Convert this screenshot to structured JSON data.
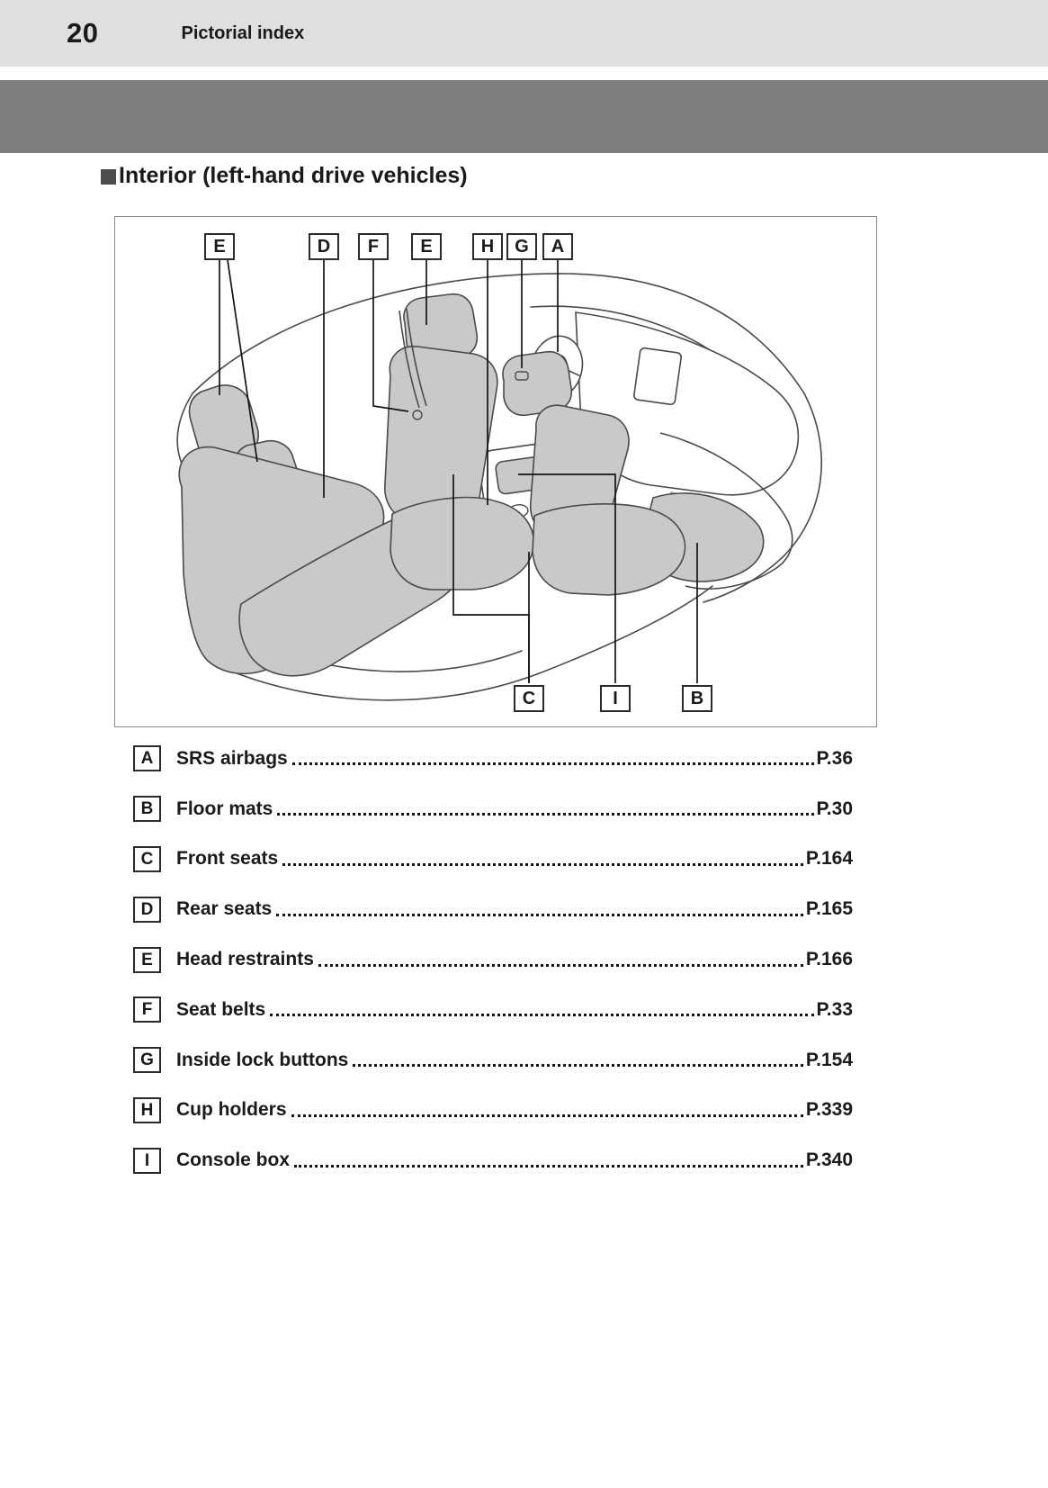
{
  "page": {
    "number": "20",
    "header_title": "Pictorial index",
    "section_title": "Interior (left-hand drive vehicles)"
  },
  "diagram": {
    "callouts_top": [
      "E",
      "D",
      "F",
      "E",
      "H",
      "G",
      "A"
    ],
    "callouts_bottom": [
      "C",
      "I",
      "B"
    ]
  },
  "index": {
    "items": [
      {
        "key": "A",
        "label": "SRS airbags",
        "page": "P.36"
      },
      {
        "key": "B",
        "label": "Floor mats",
        "page": "P.30"
      },
      {
        "key": "C",
        "label": "Front seats",
        "page": "P.164"
      },
      {
        "key": "D",
        "label": "Rear seats",
        "page": "P.165"
      },
      {
        "key": "E",
        "label": "Head restraints",
        "page": "P.166"
      },
      {
        "key": "F",
        "label": "Seat belts",
        "page": "P.33"
      },
      {
        "key": "G",
        "label": "Inside lock buttons",
        "page": "P.154"
      },
      {
        "key": "H",
        "label": "Cup holders",
        "page": "P.339"
      },
      {
        "key": "I",
        "label": "Console box",
        "page": "P.340"
      }
    ]
  },
  "colors": {
    "header_bg": "#dfdfdf",
    "band_bg": "#7e7e7e",
    "seat_fill": "#c9c9c9",
    "line": "#4a4a4a",
    "text": "#1a1a1a"
  }
}
